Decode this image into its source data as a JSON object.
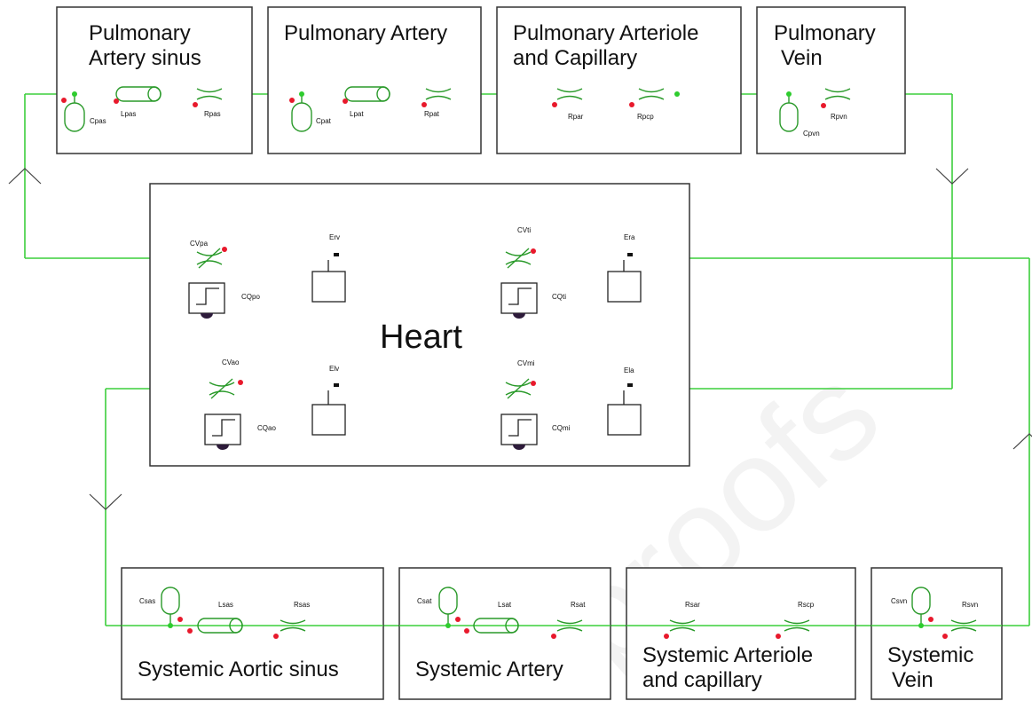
{
  "colors": {
    "wire": "#3ccf3c",
    "component": "#2a9a2a",
    "port": "#e8192c",
    "box_border": "#333333"
  },
  "watermark": "proofs",
  "heart": {
    "title": "Heart",
    "labels": {
      "cvpa": "CVpa",
      "cqpo": "CQpo",
      "erv": "Erv",
      "cvti": "CVti",
      "cqti": "CQti",
      "era": "Era",
      "cvao": "CVao",
      "cqao": "CQao",
      "elv": "Elv",
      "cvmi": "CVmi",
      "cqmi": "CQmi",
      "ela": "Ela"
    }
  },
  "pulmonary": [
    {
      "title_lines": [
        "Pulmonary",
        "Artery sinus"
      ],
      "labels": {
        "c": "Cpas",
        "l": "Lpas",
        "r": "Rpas"
      }
    },
    {
      "title_lines": [
        "Pulmonary Artery"
      ],
      "labels": {
        "c": "Cpat",
        "l": "Lpat",
        "r": "Rpat"
      }
    },
    {
      "title_lines": [
        "Pulmonary Arteriole",
        "and Capillary"
      ],
      "labels": {
        "r1": "Rpar",
        "r2": "Rpcp"
      }
    },
    {
      "title_lines": [
        "Pulmonary",
        "Vein"
      ],
      "labels": {
        "c": "Cpvn",
        "r": "Rpvn"
      }
    }
  ],
  "systemic": [
    {
      "title_lines": [
        "Systemic Aortic sinus"
      ],
      "labels": {
        "c": "Csas",
        "l": "Lsas",
        "r": "Rsas"
      }
    },
    {
      "title_lines": [
        "Systemic Artery"
      ],
      "labels": {
        "c": "Csat",
        "l": "Lsat",
        "r": "Rsat"
      }
    },
    {
      "title_lines": [
        "Systemic Arteriole",
        "and capillary"
      ],
      "labels": {
        "r1": "Rsar",
        "r2": "Rscp"
      }
    },
    {
      "title_lines": [
        "Systemic",
        "Vein"
      ],
      "labels": {
        "c": "Csvn",
        "r": "Rsvn"
      }
    }
  ]
}
